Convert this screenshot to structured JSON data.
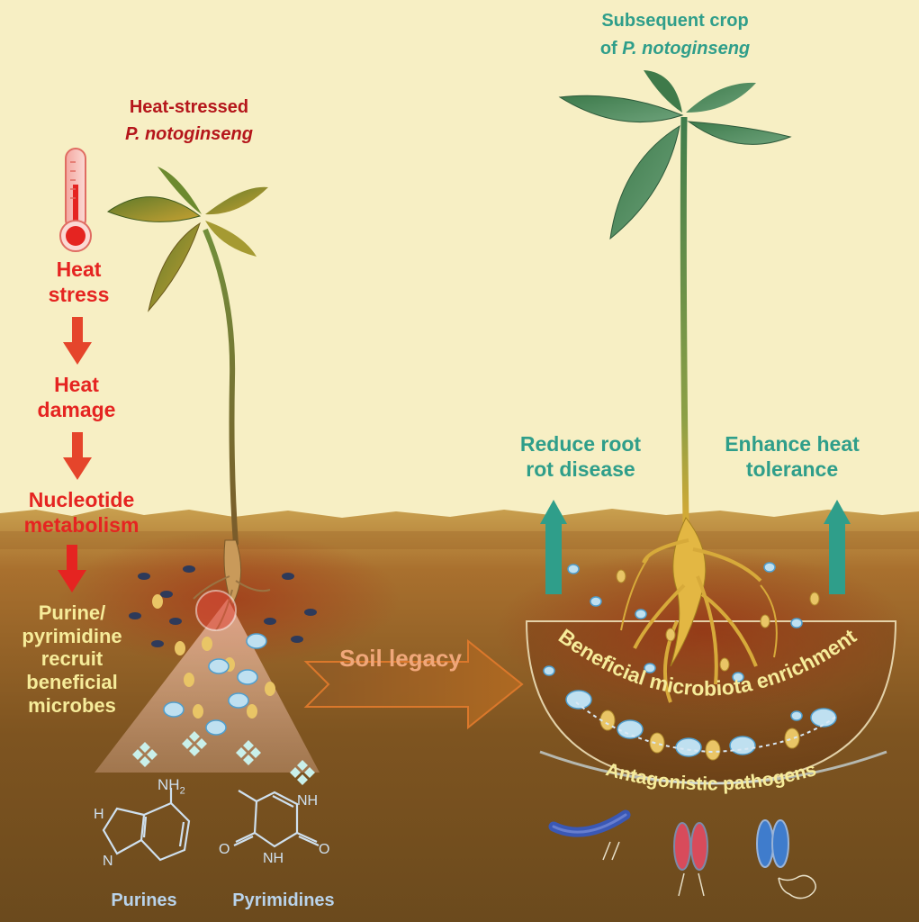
{
  "left_plant": {
    "title_line1": "Heat-stressed",
    "title_line2": "P. notoginseng"
  },
  "right_plant": {
    "title_line1": "Subsequent crop",
    "title_line2_prefix": "of ",
    "title_line2_species": "P. notoginseng"
  },
  "pathway": {
    "step1_line1": "Heat",
    "step1_line2": "stress",
    "step2_line1": "Heat",
    "step2_line2": "damage",
    "step3_line1": "Nucleotide",
    "step3_line2": "metabolism",
    "step4_lines": [
      "Purine/",
      "pyrimidine",
      "recruit",
      "beneficial",
      "microbes"
    ]
  },
  "effects": {
    "left_line1": "Reduce root",
    "left_line2": "rot disease",
    "right_line1": "Enhance heat",
    "right_line2": "tolerance"
  },
  "arrow_label": "Soil legacy",
  "arc_label_outer": "Beneficial microbiota enrichment",
  "arc_label_inner": "Antagonistic pathogens",
  "structures": {
    "purine_label": "Purines",
    "pyrimidine_label": "Pyrimidines",
    "atoms": {
      "nh2": "NH",
      "nh2_sub": "2",
      "h": "H",
      "n": "N",
      "nh": "NH",
      "o": "O"
    }
  },
  "colors": {
    "sky": "#f7efc4",
    "soil_top": "#b8863b",
    "soil_bottom": "#6e4b1c",
    "heat_red": "#e52421",
    "title_red": "#b5161b",
    "teal": "#2f9e8a",
    "label_yellow": "#f6ec9a"
  }
}
